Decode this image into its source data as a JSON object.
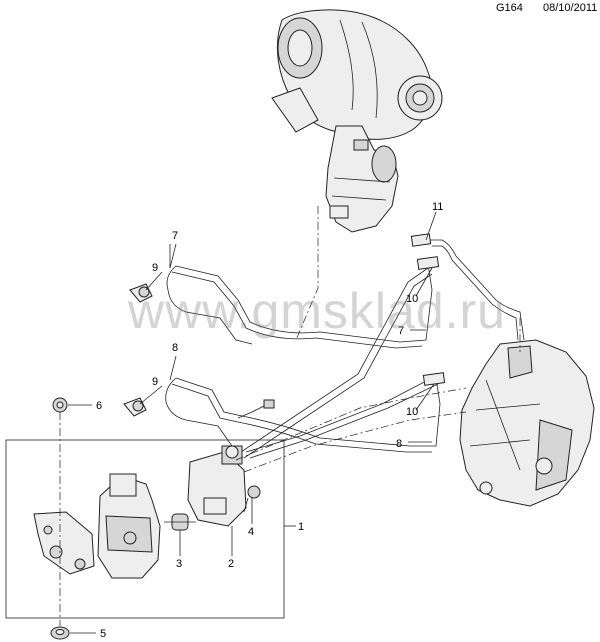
{
  "header": {
    "code": "G164",
    "date": "08/10/2011"
  },
  "watermark": "www.gmsklad.ru",
  "callouts": [
    "1",
    "2",
    "3",
    "4",
    "5",
    "6",
    "7",
    "8",
    "9",
    "10",
    "11",
    "7",
    "8",
    "9",
    "10"
  ],
  "colors": {
    "ink": "#222222",
    "part_fill": "#eeeeee",
    "shade": "#d6d6d6"
  }
}
